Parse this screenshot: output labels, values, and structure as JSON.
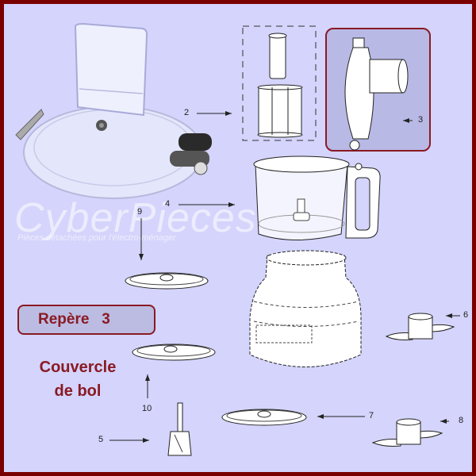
{
  "diagram": {
    "colors": {
      "border": "#7a0000",
      "background": "#d4d4fc",
      "accent": "#8a1a24",
      "highlight_fill": "#b9b9e6"
    },
    "watermark": {
      "brand": "CyberPieces",
      "tagline": "Pièces détachées pour l'électro-ménager"
    },
    "callout": {
      "label": "Repère   3",
      "part_name_line1": "Couvercle",
      "part_name_line2": "de bol"
    },
    "part_labels": [
      {
        "id": "2",
        "text": "2",
        "part": "pusher-set"
      },
      {
        "id": "3",
        "text": "3",
        "part": "bowl-lid"
      },
      {
        "id": "4",
        "text": "4",
        "part": "bowl"
      },
      {
        "id": "5",
        "text": "5",
        "part": "drive-shaft"
      },
      {
        "id": "6",
        "text": "6",
        "part": "chopping-blade"
      },
      {
        "id": "7",
        "text": "7",
        "part": "slicing-disc"
      },
      {
        "id": "8",
        "text": "8",
        "part": "dough-blade"
      },
      {
        "id": "9",
        "text": "9",
        "part": "grating-disc"
      },
      {
        "id": "10",
        "text": "10",
        "part": "shredding-disc"
      }
    ]
  }
}
